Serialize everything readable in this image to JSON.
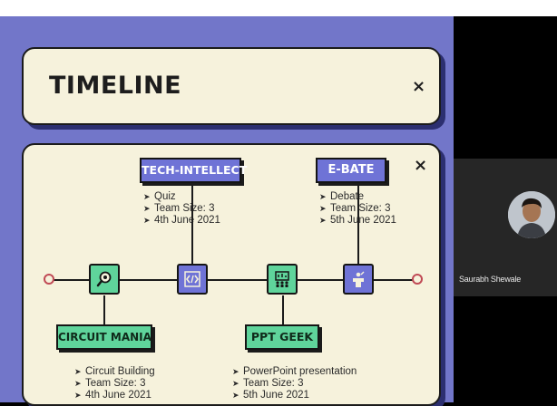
{
  "slide": {
    "title": "TIMELINE",
    "close_icon": "×",
    "events_top": [
      {
        "label": "TECH-INTELLECT",
        "details": [
          "Quiz",
          "Team Size: 3",
          "4th June 2021"
        ]
      },
      {
        "label": "E-BATE",
        "details": [
          "Debate",
          "Team Size: 3",
          "5th June 2021"
        ]
      }
    ],
    "events_bottom": [
      {
        "label": "CIRCUIT MANIA",
        "details": [
          "Circuit Building",
          "Team Size: 3",
          "4th June 2021"
        ]
      },
      {
        "label": "PPT GEEK",
        "details": [
          "PowerPoint presentation",
          "Team Size: 3",
          "5th June 2021"
        ]
      }
    ],
    "bullet_marker": "➤",
    "colors": {
      "slide_bg": "#7276c9",
      "panel_bg": "#f6f2dc",
      "blue_box": "#6f73d6",
      "green_box": "#5fd49b",
      "endpoint": "#c04a55"
    },
    "icons": [
      "magnifier-icon",
      "code-brackets-icon",
      "presentation-icon",
      "podium-icon"
    ]
  },
  "participant": {
    "name": "Saurabh Shewale",
    "avatar_icon": "user-avatar-icon"
  }
}
